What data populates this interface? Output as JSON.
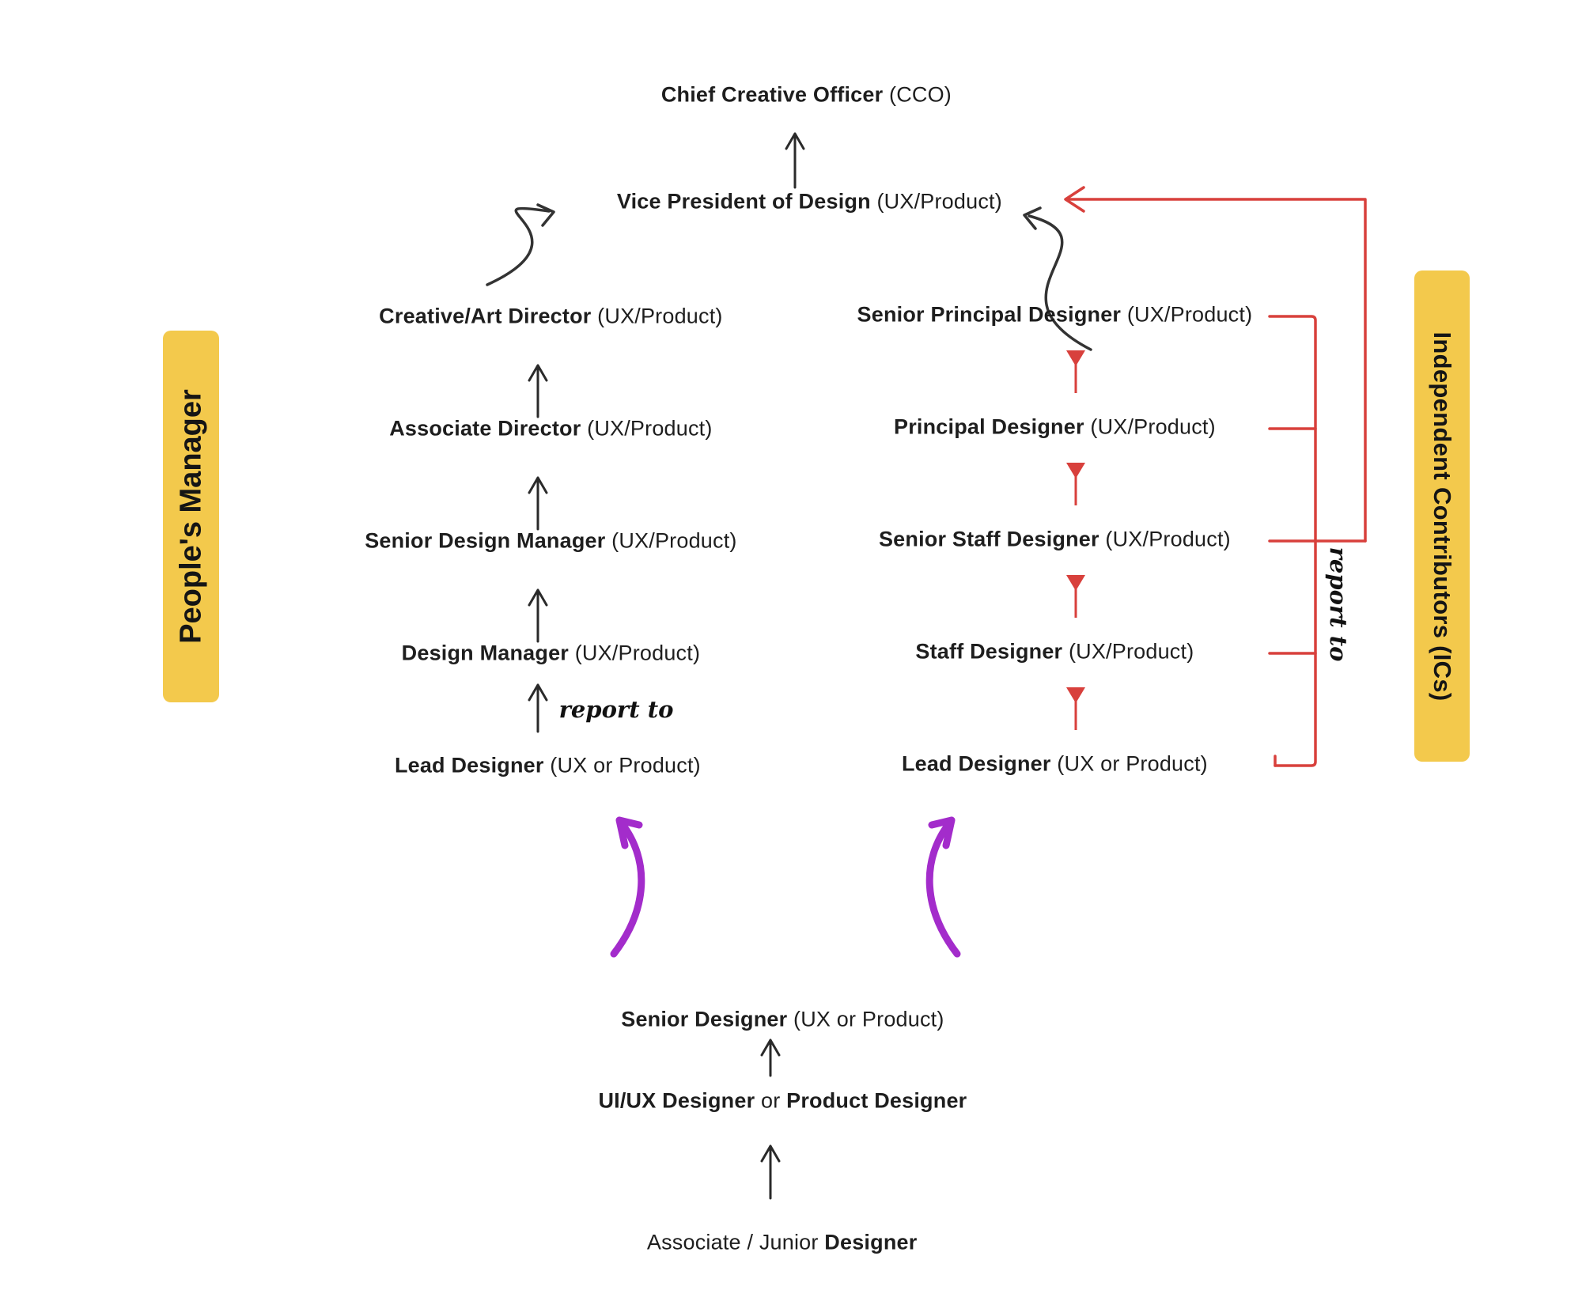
{
  "colors": {
    "background": "#ffffff",
    "track_badge_yellow": "#F3C94C",
    "report_line_red": "#D8403C",
    "promotion_arrow_purple": "#A32CCB",
    "ink_black": "#1e1e1e"
  },
  "labels": {
    "left_track": "People's Manager",
    "right_track": "Independent Contributors (ICs)"
  },
  "annotations": {
    "report_to_left": "report to",
    "report_to_right": "report to"
  },
  "top_nodes": {
    "cco": {
      "bold": "Chief Creative Officer",
      "rest": " (CCO)"
    },
    "vp": {
      "bold": "Vice President of Design",
      "rest": " (UX/Product)"
    }
  },
  "manager_track": [
    {
      "bold": "Creative/Art Director",
      "rest": " (UX/Product)"
    },
    {
      "bold": "Associate Director",
      "rest": " (UX/Product)"
    },
    {
      "bold": "Senior Design Manager",
      "rest": " (UX/Product)"
    },
    {
      "bold": "Design Manager",
      "rest": " (UX/Product)"
    },
    {
      "bold": "Lead Designer",
      "rest": " (UX or Product)"
    }
  ],
  "ic_track": [
    {
      "bold": "Senior Principal Designer",
      "rest": " (UX/Product)"
    },
    {
      "bold": "Principal Designer",
      "rest": " (UX/Product)"
    },
    {
      "bold": "Senior Staff Designer",
      "rest": " (UX/Product)"
    },
    {
      "bold": "Staff Designer",
      "rest": " (UX/Product)"
    },
    {
      "bold": "Lead Designer",
      "rest": " (UX or Product)"
    }
  ],
  "entry_path": {
    "senior": {
      "bold": "Senior Designer",
      "rest": " (UX or Product)"
    },
    "mid": {
      "bold1": "UI/UX Designer",
      "mid": " or ",
      "bold2": "Product Designer"
    },
    "junior": {
      "pre": "Associate / Junior ",
      "bold": "Designer"
    }
  }
}
